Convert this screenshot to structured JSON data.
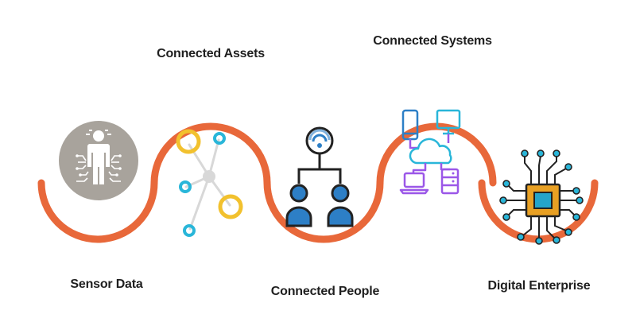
{
  "stages": [
    {
      "label": "Sensor Data",
      "icon": "sensor-person-icon"
    },
    {
      "label": "Connected Assets",
      "icon": "network-nodes-icon"
    },
    {
      "label": "Connected People",
      "icon": "people-wifi-icon"
    },
    {
      "label": "Connected Systems",
      "icon": "cloud-devices-icon"
    },
    {
      "label": "Digital Enterprise",
      "icon": "chip-icon"
    }
  ],
  "colors": {
    "wave": "#e8683a",
    "sensor_circle": "#a8a39c",
    "cyan": "#29b6d9",
    "yellow": "#f2c12e",
    "blue": "#2d7fc6",
    "purple": "#9b57e8",
    "chip": "#e8a023",
    "chip_core": "#24a4c9",
    "dark": "#222222"
  }
}
